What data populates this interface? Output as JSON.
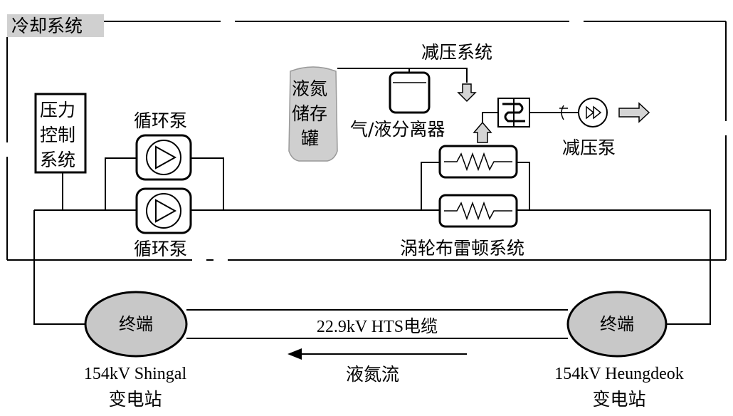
{
  "title": "冷却系统",
  "pressure_control": [
    "压力",
    "控制",
    "系统"
  ],
  "pump_top_label": "循环泵",
  "pump_bottom_label": "循环泵",
  "ln2_tank": [
    "液氮",
    "储存",
    "罐"
  ],
  "separator_label": "气/液分离器",
  "depressurization_system": "减压系统",
  "vacuum_pump_label": "减压泵",
  "turbo_brayton": "涡轮布雷顿系统",
  "terminal_left": "终端",
  "terminal_right": "终端",
  "cable_label": "22.9kV HTS电缆",
  "flow_label": "液氮流",
  "substation_left": [
    "154kV Shingal",
    "变电站"
  ],
  "substation_right": [
    "154kV Heungdeok",
    "变电站"
  ],
  "colors": {
    "tank_fill": "#cfcfcf",
    "terminal_fill": "#c8c8c8",
    "arrow_fill": "#d4d4d4",
    "title_bg": "#d0d0d0"
  }
}
